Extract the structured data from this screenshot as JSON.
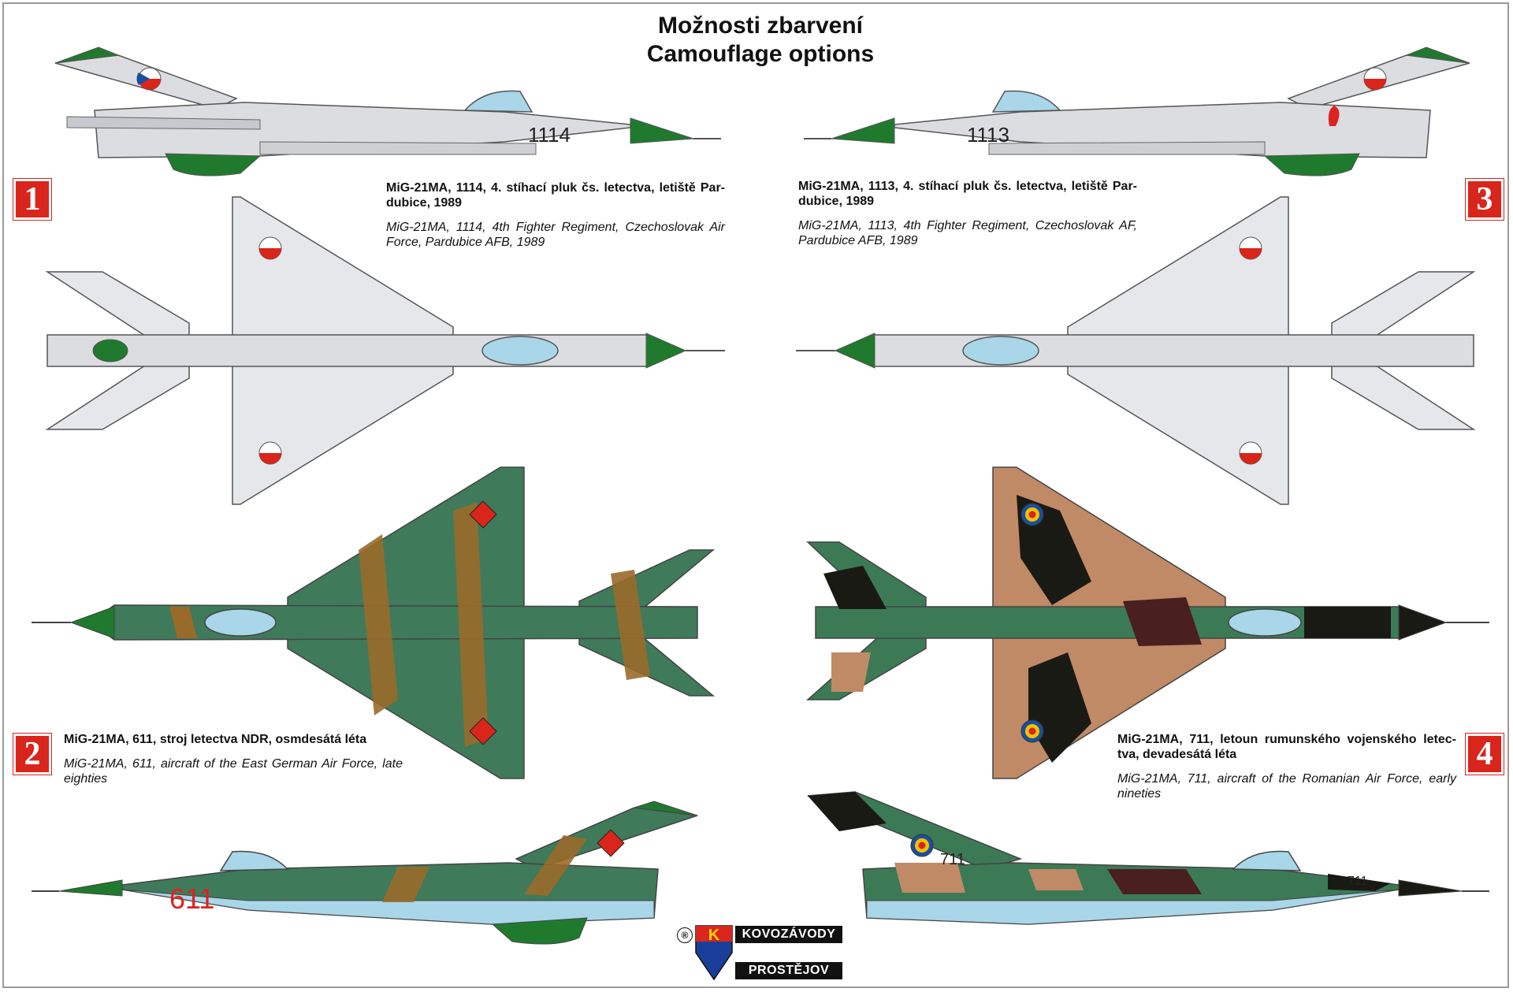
{
  "title": {
    "line1": "Možnosti zbarvení",
    "line2": "Camouflage options"
  },
  "colors": {
    "cz_grey": "#dcdde0",
    "green_tip": "#1f7a2e",
    "ndr_green": "#3f7a5a",
    "ndr_brown": "#9a6a2a",
    "ro_green": "#3c7a56",
    "ro_tan": "#c08a66",
    "ro_black": "#1a1a14",
    "ro_maroon": "#4a1f1f",
    "underside_blue": "#a9d6e8",
    "badge_red": "#d9251c"
  },
  "options": [
    {
      "number": "1",
      "caption_cz": "MiG-21MA, 1114, 4. stíhací pluk čs. letectva, letiště Par-dubice, 1989",
      "caption_en": "MiG-21MA, 1114, 4th Fighter Regiment, Czechoslovak Air Force, Pardubice AFB, 1989",
      "marking": "1114"
    },
    {
      "number": "2",
      "caption_cz": "MiG-21MA, 611, stroj letectva NDR, osmdesátá léta",
      "caption_en": "MiG-21MA, 611, aircraft of the East German Air Force, late eighties",
      "marking": "611"
    },
    {
      "number": "3",
      "caption_cz": "MiG-21MA, 1113, 4. stíhací pluk čs. letectva, letiště Par-dubice, 1989",
      "caption_en": "MiG-21MA, 1113, 4th Fighter Regiment, Czechoslovak AF, Pardubice AFB, 1989",
      "marking": "1113"
    },
    {
      "number": "4",
      "caption_cz": "MiG-21MA, 711, letoun rumunského vojenského letec-tva, devadesátá léta",
      "caption_en": "MiG-21MA, 711, aircraft of the Romanian Air Force, early nineties",
      "marking": "711"
    }
  ],
  "logo": {
    "registered": "®",
    "letter": "K",
    "line1": "KOVOZÁVODY",
    "line2": "PROSTĚJOV"
  }
}
